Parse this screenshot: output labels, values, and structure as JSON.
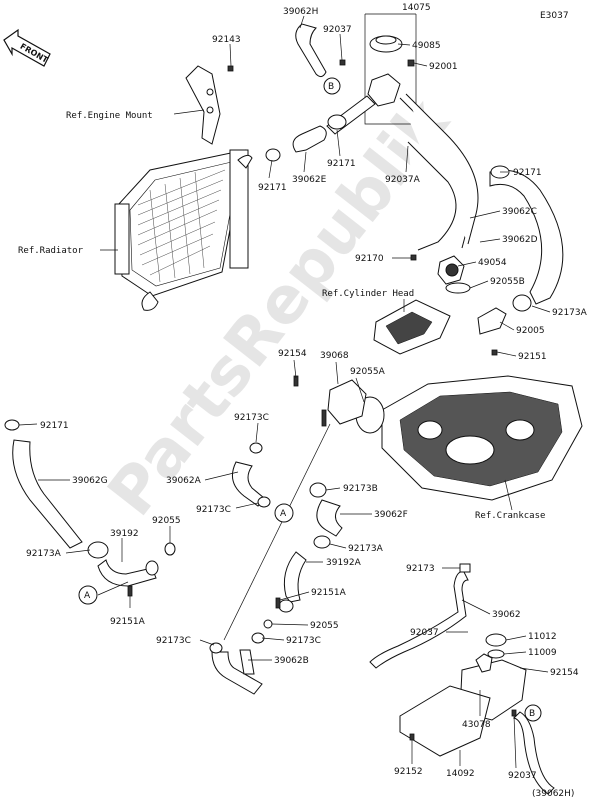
{
  "header": {
    "diagram_code": "E3037",
    "front_label": "FRONT"
  },
  "watermark": "PartsRepublik",
  "circle_refs": {
    "a1": "A",
    "a2": "A",
    "b1": "B",
    "b2": "B"
  },
  "parts": {
    "p14075": "14075",
    "p39062H": "39062H",
    "p92037_top": "92037",
    "p49085": "49085",
    "p92001": "92001",
    "p92143": "92143",
    "ref_engine_mount": "Ref.Engine Mount",
    "p92171_a": "92171",
    "p39062E": "39062E",
    "p92171_b": "92171",
    "p92037A": "92037A",
    "p92171_c": "92171",
    "ref_radiator": "Ref.Radiator",
    "p39062C": "39062C",
    "p39062D": "39062D",
    "p92170": "92170",
    "p49054": "49054",
    "p92055B": "92055B",
    "ref_cyl_head": "Ref.Cylinder Head",
    "p92173A_r": "92173A",
    "p92005": "92005",
    "p92151": "92151",
    "p92154": "92154",
    "p39068": "39068",
    "p92055A": "92055A",
    "p92171_d": "92171",
    "p92173C_a": "92173C",
    "p39062G": "39062G",
    "p39062A": "39062A",
    "p92173B": "92173B",
    "p92173C_b": "92173C",
    "p39062F": "39062F",
    "ref_crankcase": "Ref.Crankcase",
    "p92055": "92055",
    "p39192": "39192",
    "p92173A_l": "92173A",
    "p92173A_m": "92173A",
    "p39192A": "39192A",
    "p92151A_r": "92151A",
    "p92151A_l": "92151A",
    "p92055_b": "92055",
    "p92173C_c": "92173C",
    "p92173C_d": "92173C",
    "p39062B": "39062B",
    "p92173": "92173",
    "p39062": "39062",
    "p92037_r": "92037",
    "p11012": "11012",
    "p11009": "11009",
    "p92154_b": "92154",
    "p43078": "43078",
    "p92152": "92152",
    "p14092": "14092",
    "p92037_b": "92037",
    "p39062H_b": "(39062H)"
  }
}
